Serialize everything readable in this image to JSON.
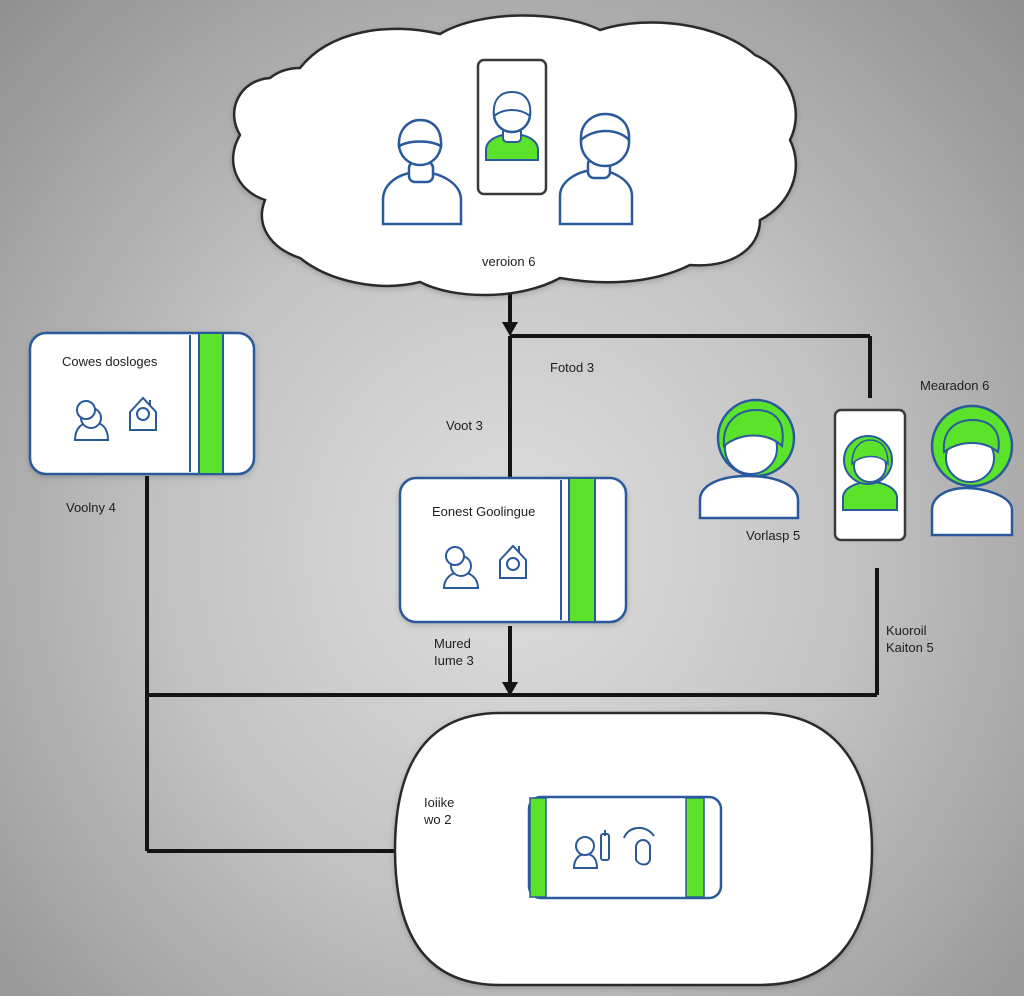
{
  "cloud": {
    "label": "veroion 6"
  },
  "cards": {
    "left": {
      "title": "Cowes dosloges"
    },
    "center": {
      "title": "Eonest Goolingue"
    }
  },
  "labels": {
    "voot": "Voot 3",
    "fotod": "Fotod 3",
    "voolny": "Voolny 4",
    "mered_line1": "Mured",
    "mered_line2": "Iume 3",
    "version_right": "Mearadon 6",
    "vorlasp": "Vorlasp 5",
    "kuoroil_line1": "Kuoroil",
    "kuoroil_line2": "Kaiton 5",
    "laiie_line1": "Ioiike",
    "laiie_line2": "wo 2"
  },
  "colors": {
    "stroke_blue": "#2a5a9c",
    "accent_green": "#5be22b",
    "connector": "#141414",
    "node_fill": "#ffffff"
  },
  "icons": [
    "person-icon",
    "house-icon",
    "phone-icon",
    "contact-icon"
  ]
}
